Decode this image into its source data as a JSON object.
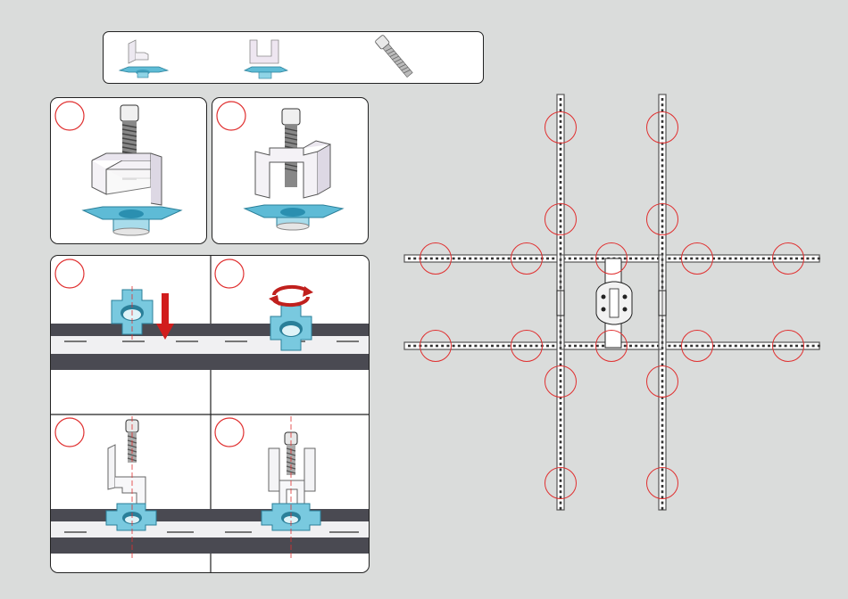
{
  "parts_bar": {
    "items": [
      "end-clamp",
      "mid-clamp",
      "bolt"
    ]
  },
  "steps": {
    "step1": "",
    "step2": "",
    "step3": "",
    "step4": "",
    "step5": "",
    "step6": ""
  },
  "diagram": {
    "rail_color": "#555555",
    "marker_color": "#e03030",
    "accent_color": "#6fc6dc",
    "arrow_color": "#cc1a1a"
  }
}
